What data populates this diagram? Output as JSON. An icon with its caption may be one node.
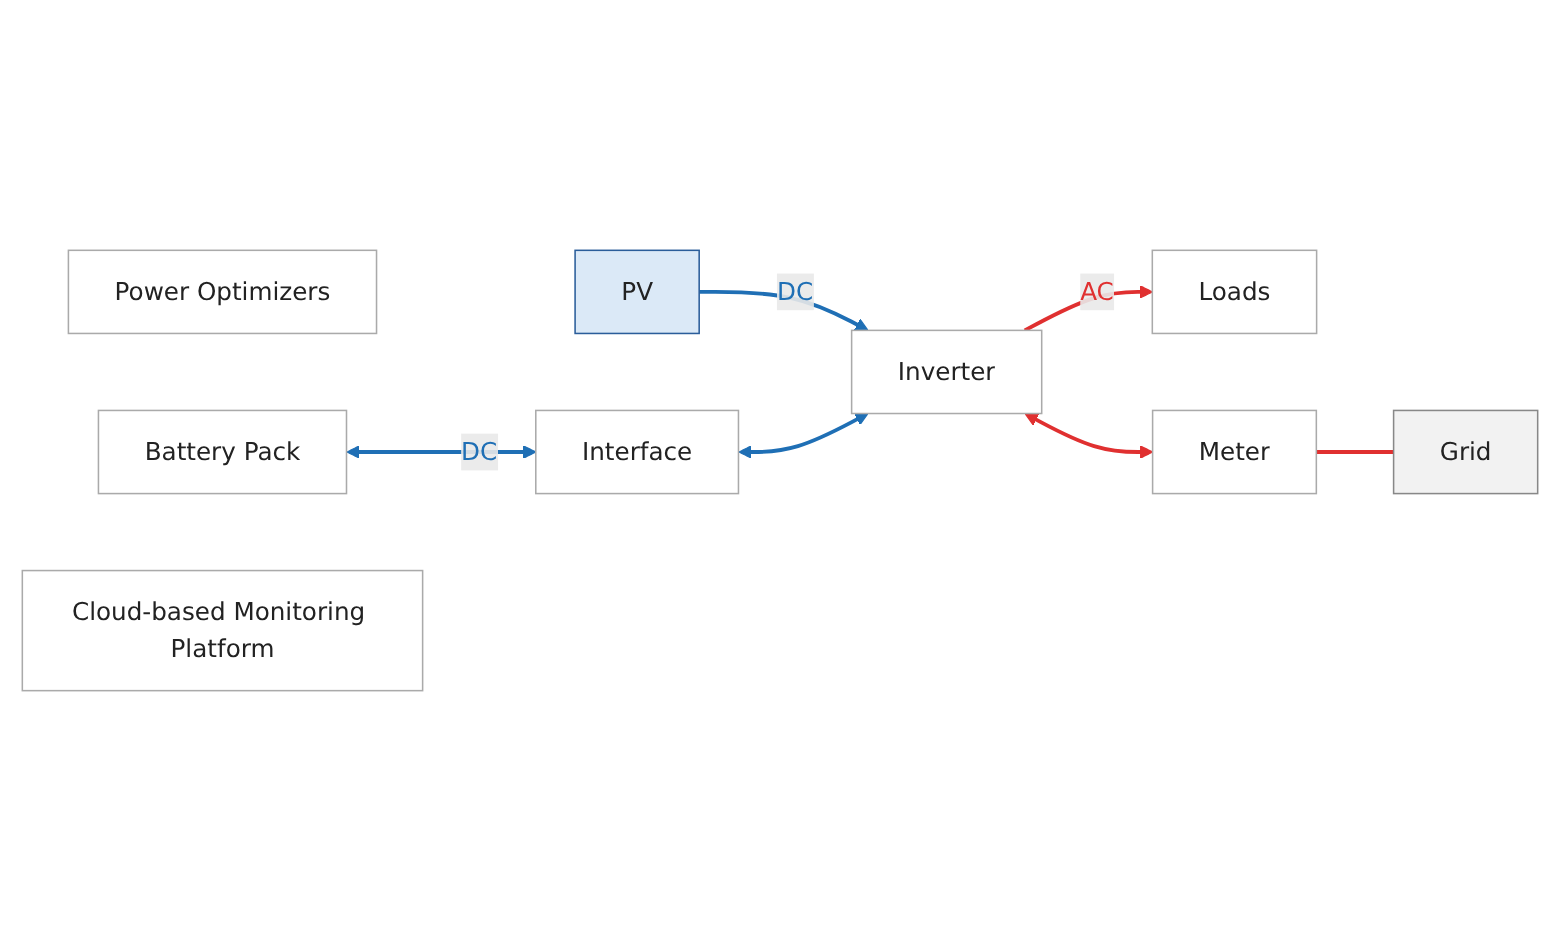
{
  "diagram": {
    "nodes": [
      {
        "text": [
          "PV"
        ]
      },
      {
        "text": [
          "Power Optimizers"
        ]
      },
      {
        "text": [
          "Battery Pack"
        ]
      },
      {
        "text": [
          "Interface"
        ]
      },
      {
        "text": [
          "Inverter"
        ]
      },
      {
        "text": [
          "Loads"
        ]
      },
      {
        "text": [
          "Meter"
        ]
      },
      {
        "text": [
          "Grid"
        ]
      },
      {
        "text": [
          "Cloud-based Monitoring Platform"
        ]
      }
    ],
    "edges": [
      {
        "from": 0,
        "to": 4,
        "arrow": "to",
        "label": "DC",
        "color": "#1f6fb5"
      },
      {
        "from": 2,
        "to": 3,
        "arrow": "both",
        "label": "DC",
        "color": "#1f6fb5"
      },
      {
        "from": 3,
        "to": 4,
        "arrow": "both",
        "color": "#1f6fb5"
      },
      {
        "from": 4,
        "to": 5,
        "arrow": "to",
        "label": "AC",
        "color": "#e03030"
      },
      {
        "from": 4,
        "to": 6,
        "arrow": "both",
        "color": "#e03030"
      },
      {
        "from": 6,
        "to": 7,
        "arrow": "none",
        "color": "#e03030"
      }
    ]
  }
}
